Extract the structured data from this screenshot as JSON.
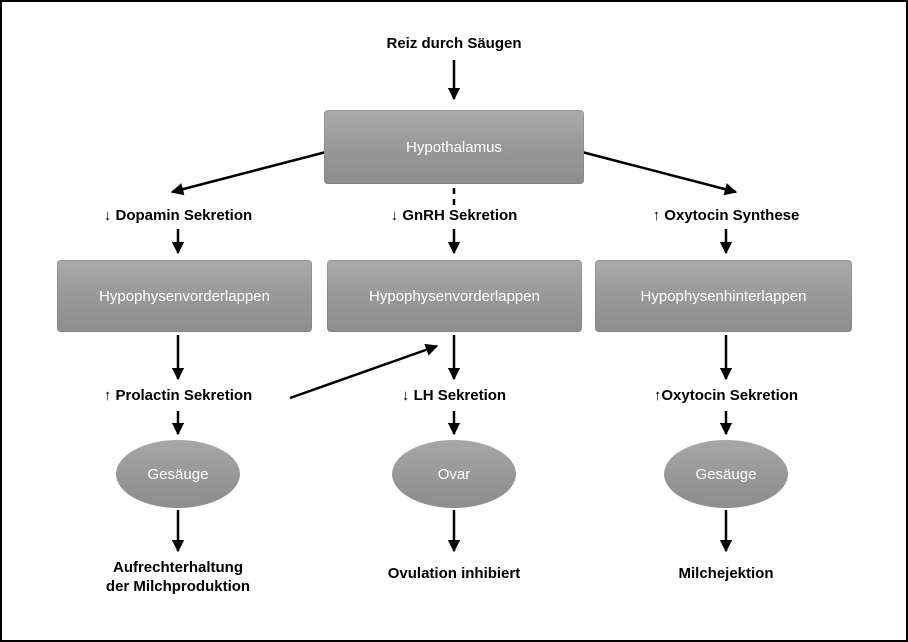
{
  "diagram": {
    "stimulus": "Reiz durch Säugen",
    "hypothalamus": "Hypothalamus",
    "left": {
      "signal_top": "↓ Dopamin Sekretion",
      "gland": "Hypophysenvorderlappen",
      "signal_bottom": "↑ Prolactin Sekretion",
      "organ": "Gesäuge",
      "outcome": "Aufrechterhaltung\nder Milchproduktion"
    },
    "middle": {
      "signal_top": "↓ GnRH Sekretion",
      "gland": "Hypophysenvorderlappen",
      "signal_bottom": "↓ LH Sekretion",
      "organ": "Ovar",
      "outcome": "Ovulation inhibiert"
    },
    "right": {
      "signal_top": "↑ Oxytocin Synthese",
      "gland": "Hypophysenhinterlappen",
      "signal_bottom": "↑Oxytocin Sekretion",
      "organ": "Gesäuge",
      "outcome": "Milchejektion"
    },
    "colors": {
      "box_gray": "#9a9a9a",
      "box_text": "#ffffff",
      "arrow": "#000000",
      "background": "#ffffff"
    }
  }
}
